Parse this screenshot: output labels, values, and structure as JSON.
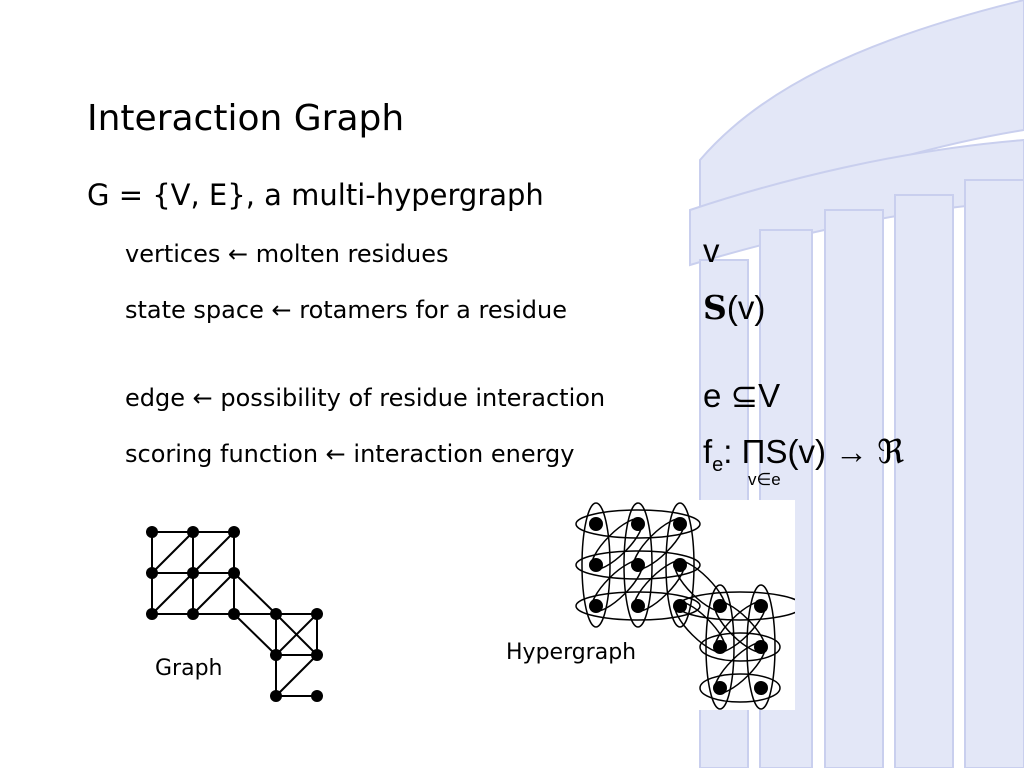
{
  "slide": {
    "title": "Interaction Graph",
    "subtitle": "G = {V, E}, a multi-hypergraph",
    "rows": [
      {
        "term": "vertices",
        "meaning": "molten residues"
      },
      {
        "term": "state space",
        "meaning": "rotamers for a residue"
      },
      {
        "term": "edge",
        "meaning": "possibility of residue interaction"
      },
      {
        "term": "scoring function",
        "meaning": "interaction energy"
      }
    ],
    "arrow": "←",
    "math": {
      "vertex": "v",
      "state_symbol": "S",
      "state_arg": "(v)",
      "edge": "e ⊆V",
      "f": "f",
      "f_sub": "e",
      "f_body": ": ΠS(v) → ℜ",
      "under": "v∈e"
    },
    "captions": {
      "graph": "Graph",
      "hypergraph": "Hypergraph"
    }
  }
}
